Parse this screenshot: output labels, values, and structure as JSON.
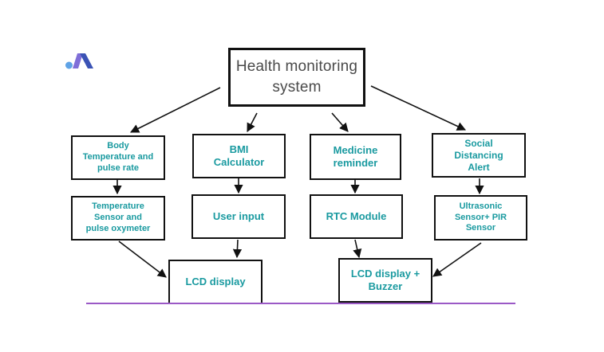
{
  "colors": {
    "box_text": "#1a9aa0",
    "main_text": "#4a4a4a",
    "border": "#111111",
    "floor_line": "#9b59c6",
    "logo_left": "#7f6ed8",
    "logo_right": "#3b53b5",
    "logo_dot": "#5fa3e6"
  },
  "logo": {
    "icon": "brand-logo-icon"
  },
  "nodes": {
    "main": "Health monitoring\nsystem",
    "body_temp": "Body\nTemperature and\npulse rate",
    "bmi": "BMI\nCalculator",
    "medicine": "Medicine\nreminder",
    "social": "Social\nDistancing\nAlert",
    "temp_sensor": "Temperature\nSensor and\npulse oxymeter",
    "user_input": "User input",
    "rtc": "RTC Module",
    "ultrasonic": "Ultrasonic\nSensor+ PIR\nSensor",
    "lcd": "LCD display",
    "lcd_buzzer": "LCD display +\nBuzzer"
  }
}
